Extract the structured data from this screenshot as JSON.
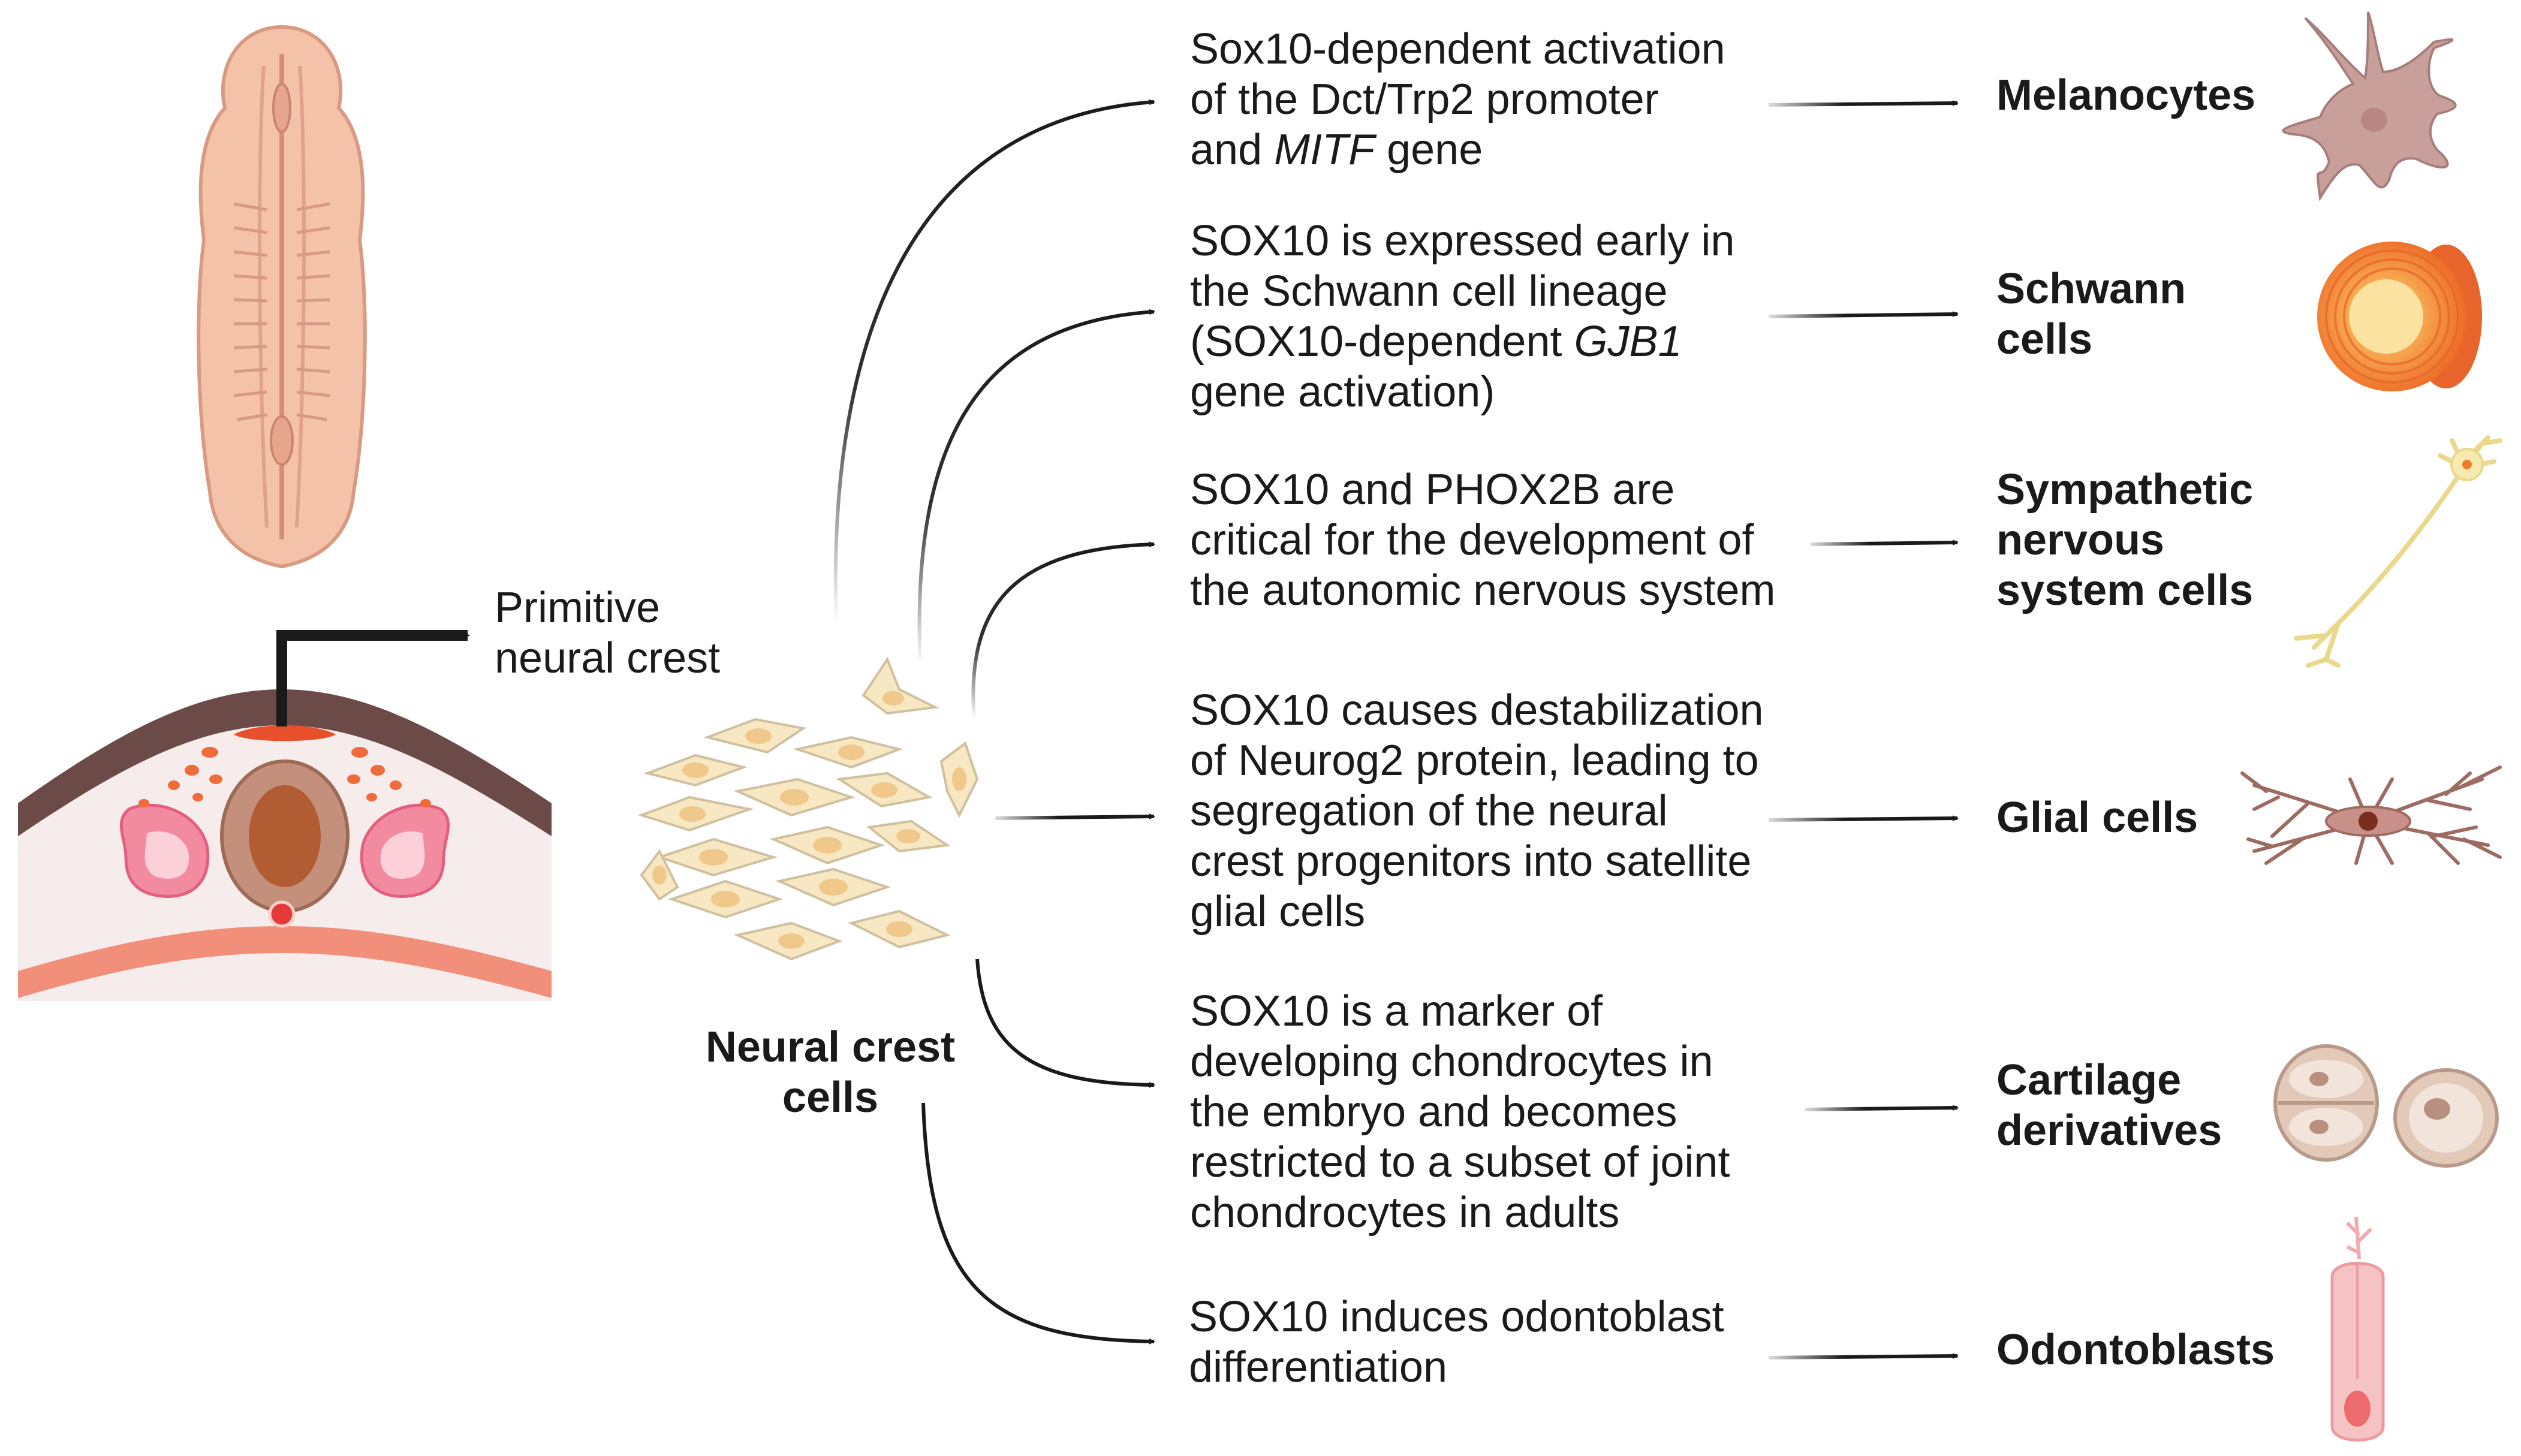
{
  "origin": {
    "primitive_label": [
      "Primitive",
      "neural crest"
    ],
    "ncc_label": [
      "Neural crest",
      "cells"
    ]
  },
  "pathways": [
    {
      "description": [
        {
          "parts": [
            {
              "t": "Sox10-dependent activation"
            }
          ]
        },
        {
          "parts": [
            {
              "t": "of the Dct/Trp2 promoter"
            }
          ]
        },
        {
          "parts": [
            {
              "t": "and "
            },
            {
              "t": "MITF",
              "i": true
            },
            {
              "t": " gene"
            }
          ]
        }
      ],
      "cell_type": [
        "Melanocytes"
      ],
      "icon": "melanocyte-icon"
    },
    {
      "description": [
        {
          "parts": [
            {
              "t": "SOX10 is expressed early in"
            }
          ]
        },
        {
          "parts": [
            {
              "t": "the Schwann cell lineage"
            }
          ]
        },
        {
          "parts": [
            {
              "t": "(SOX10-dependent "
            },
            {
              "t": "GJB1",
              "i": true
            }
          ]
        },
        {
          "parts": [
            {
              "t": "gene activation)"
            }
          ]
        }
      ],
      "cell_type": [
        "Schwann",
        "cells"
      ],
      "icon": "schwann-cell-icon"
    },
    {
      "description": [
        {
          "parts": [
            {
              "t": "SOX10 and PHOX2B are"
            }
          ]
        },
        {
          "parts": [
            {
              "t": "critical for the development of"
            }
          ]
        },
        {
          "parts": [
            {
              "t": "the autonomic nervous system"
            }
          ]
        }
      ],
      "cell_type": [
        "Sympathetic",
        "nervous",
        "system cells"
      ],
      "icon": "neuron-icon"
    },
    {
      "description": [
        {
          "parts": [
            {
              "t": "SOX10 causes destabilization"
            }
          ]
        },
        {
          "parts": [
            {
              "t": "of Neurog2 protein, leading to"
            }
          ]
        },
        {
          "parts": [
            {
              "t": "segregation of the neural"
            }
          ]
        },
        {
          "parts": [
            {
              "t": "crest progenitors into satellite"
            }
          ]
        },
        {
          "parts": [
            {
              "t": "glial cells"
            }
          ]
        }
      ],
      "cell_type": [
        "Glial cells"
      ],
      "icon": "glial-cell-icon"
    },
    {
      "description": [
        {
          "parts": [
            {
              "t": "SOX10 is a marker of"
            }
          ]
        },
        {
          "parts": [
            {
              "t": "developing chondrocytes in"
            }
          ]
        },
        {
          "parts": [
            {
              "t": "the embryo and becomes"
            }
          ]
        },
        {
          "parts": [
            {
              "t": "restricted to a subset of joint"
            }
          ]
        },
        {
          "parts": [
            {
              "t": "chondrocytes in adults"
            }
          ]
        }
      ],
      "cell_type": [
        "Cartilage",
        "derivatives"
      ],
      "icon": "chondrocyte-icon"
    },
    {
      "description": [
        {
          "parts": [
            {
              "t": "SOX10 induces odontoblast"
            }
          ]
        },
        {
          "parts": [
            {
              "t": "differentiation"
            }
          ]
        }
      ],
      "cell_type": [
        "Odontoblasts"
      ],
      "icon": "odontoblast-icon"
    }
  ],
  "colors": {
    "arrow": "#1a1a1a",
    "embryo": "#f4c2a8",
    "ectoderm": "#6b4a47",
    "neural_tube": "#b86a45",
    "somite": "#f48aa0",
    "neural_crest_cell": "#f7e7c2",
    "melanocyte": "#c99f9c",
    "schwann": "#f07a2e",
    "neuron": "#f3e7a6",
    "glia": "#9e6b62",
    "chondrocyte": "#e8d3c4",
    "odontoblast": "#f4a9ad"
  }
}
